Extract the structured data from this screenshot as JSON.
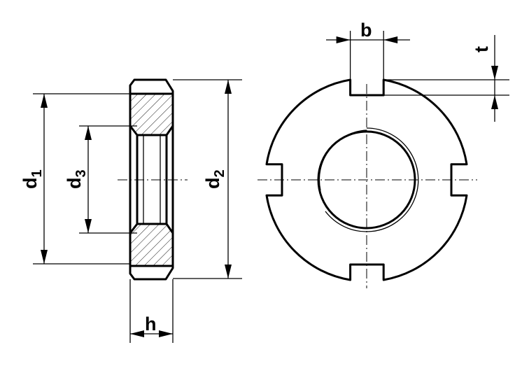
{
  "labels": {
    "d1": {
      "main": "d",
      "sub": "1"
    },
    "d2": {
      "main": "d",
      "sub": "2"
    },
    "d3": {
      "main": "d",
      "sub": "3"
    },
    "h": "h",
    "b": "b",
    "t": "t"
  }
}
